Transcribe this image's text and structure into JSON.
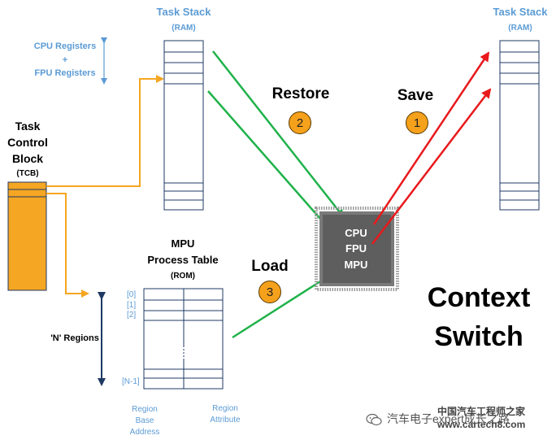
{
  "left_stack": {
    "title": "Task Stack",
    "subtitle": "(RAM)"
  },
  "right_stack": {
    "title": "Task Stack",
    "subtitle": "(RAM)"
  },
  "registers_label": {
    "line1": "CPU Registers",
    "line2": "+",
    "line3": "FPU Registers"
  },
  "tcb": {
    "line1": "Task",
    "line2": "Control",
    "line3": "Block",
    "abbr": "(TCB)"
  },
  "mpu_table": {
    "line1": "MPU",
    "line2": "Process Table",
    "line3": "(ROM)",
    "indices": [
      "[0]",
      "[1]",
      "[2]",
      "[N-1]"
    ],
    "col1": [
      "Region",
      "Base",
      "Address"
    ],
    "col2": [
      "Region",
      "Attribute"
    ]
  },
  "n_regions": "'N' Regions",
  "steps": {
    "restore": {
      "label": "Restore",
      "number": "2"
    },
    "save": {
      "label": "Save",
      "number": "1"
    },
    "load": {
      "label": "Load",
      "number": "3"
    }
  },
  "chip": {
    "line1": "CPU",
    "line2": "FPU",
    "line3": "MPU"
  },
  "title": {
    "line1": "Context",
    "line2": "Switch"
  },
  "watermark": {
    "text": "汽车电子expert成长之路",
    "site": "中国汽车工程师之家 www.cartech8.com"
  },
  "colors": {
    "accent_blue": "#5b9bd5",
    "orange": "#f5a623",
    "green": "#1fb24a",
    "red": "#e8191c",
    "chip": "#5e5e5e"
  }
}
